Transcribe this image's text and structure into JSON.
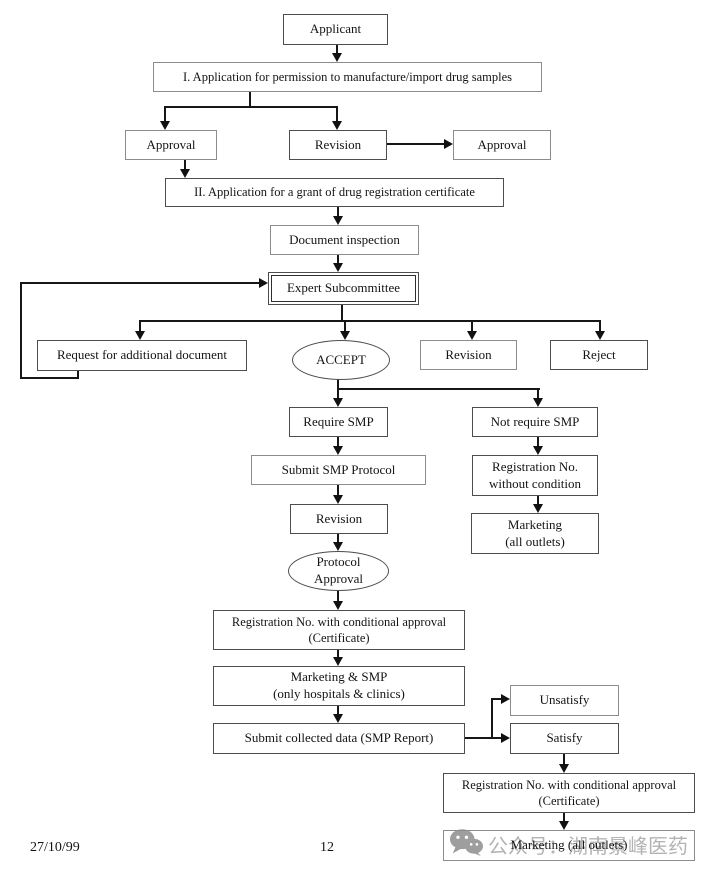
{
  "page": {
    "date": "27/10/99",
    "page_number": "12"
  },
  "watermark": {
    "icon": "wechat-icon",
    "text": "公众号：湖南景峰医药",
    "color": "#b3b3b3"
  },
  "colors": {
    "line": "#161616",
    "box_border": "#4d4d4d",
    "box_border_muted": "#8c8c8c",
    "background": "#ffffff"
  },
  "flowchart": {
    "nodes": {
      "applicant": "Applicant",
      "step1": "I. Application for permission to manufacture/import drug samples",
      "approval1": "Approval",
      "revision1": "Revision",
      "approval2": "Approval",
      "step2": "II. Application for a grant of drug registration certificate",
      "doc_inspection": "Document inspection",
      "expert": "Expert Subcommittee",
      "request": "Request for additional document",
      "accept": "ACCEPT",
      "revision2": "Revision",
      "reject": "Reject",
      "require_smp": "Require SMP",
      "not_require_smp": "Not require SMP",
      "submit_protocol": "Submit SMP Protocol",
      "reg_no_without": "Registration No.\nwithout condition",
      "revision3": "Revision",
      "marketing_all_1": "Marketing\n(all outlets)",
      "protocol_approval": "Protocol\nApproval",
      "reg_conditional_1": "Registration No. with conditional approval\n(Certificate)",
      "marketing_smp": "Marketing & SMP\n(only hospitals & clinics)",
      "submit_data": "Submit collected data (SMP Report)",
      "unsatisfy": "Unsatisfy",
      "satisfy": "Satisfy",
      "reg_conditional_2": "Registration No. with conditional approval\n(Certificate)",
      "marketing_all_2": "Marketing (all outlets)"
    },
    "edges": [
      "applicant -> step1",
      "step1 -> approval1",
      "step1 -> revision1",
      "revision1 -> approval2",
      "approval1 -> step2",
      "step2 -> doc_inspection",
      "doc_inspection -> expert",
      "expert -> request",
      "expert -> accept",
      "expert -> revision2",
      "expert -> reject",
      "request -> expert (feedback loop)",
      "accept -> require_smp",
      "accept -> not_require_smp",
      "require_smp -> submit_protocol",
      "submit_protocol -> revision3",
      "revision3 -> protocol_approval",
      "protocol_approval -> reg_conditional_1",
      "reg_conditional_1 -> marketing_smp",
      "marketing_smp -> submit_data",
      "not_require_smp -> reg_no_without",
      "reg_no_without -> marketing_all_1",
      "submit_data -> unsatisfy",
      "submit_data -> satisfy",
      "satisfy -> reg_conditional_2",
      "reg_conditional_2 -> marketing_all_2"
    ]
  }
}
